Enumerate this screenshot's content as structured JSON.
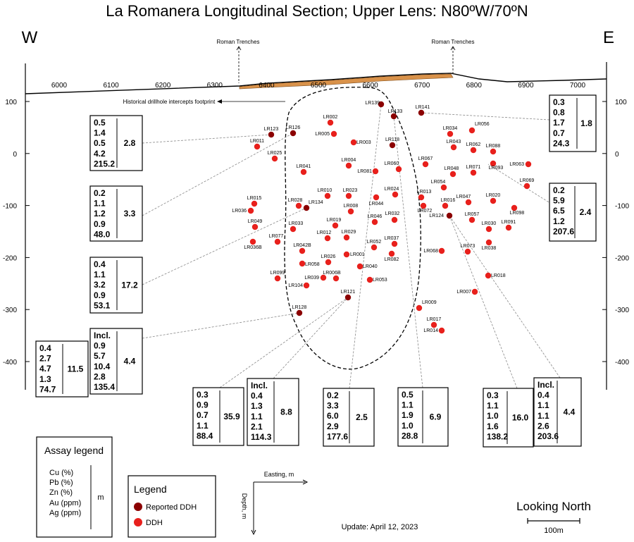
{
  "title": "La Romanera Longitudinal Section; Upper Lens: N80ºW/70ºN",
  "compass": {
    "west": "W",
    "east": "E"
  },
  "easting_ticks": [
    "6000",
    "6100",
    "6200",
    "6300",
    "6400",
    "6500",
    "6600",
    "6700",
    "6800",
    "6900",
    "7000"
  ],
  "depth_ticks": [
    "100",
    "0",
    "-100",
    "-200",
    "-300",
    "-400"
  ],
  "annotations": {
    "roman_left": "Roman Trenches",
    "roman_right": "Roman Trenches",
    "footprint": "Historical drillhole intercepts footprint"
  },
  "holes": [
    {
      "id": "LR139",
      "reported": true
    },
    {
      "id": "LR133",
      "reported": true
    },
    {
      "id": "LR141",
      "reported": true
    },
    {
      "id": "LR123",
      "reported": true
    },
    {
      "id": "LR126",
      "reported": true
    },
    {
      "id": "LR118",
      "reported": true
    },
    {
      "id": "LR134",
      "reported": true
    },
    {
      "id": "LR124",
      "reported": true
    },
    {
      "id": "LR121",
      "reported": true
    },
    {
      "id": "LR128",
      "reported": true
    },
    {
      "id": "LR002",
      "reported": false
    },
    {
      "id": "LR005",
      "reported": false
    },
    {
      "id": "LR003",
      "reported": false
    },
    {
      "id": "LR011",
      "reported": false
    },
    {
      "id": "LR025",
      "reported": false
    },
    {
      "id": "LR004",
      "reported": false
    },
    {
      "id": "LR081",
      "reported": false
    },
    {
      "id": "LR060",
      "reported": false
    },
    {
      "id": "LR067",
      "reported": false
    },
    {
      "id": "LR034",
      "reported": false
    },
    {
      "id": "LR056",
      "reported": false
    },
    {
      "id": "LR043",
      "reported": false
    },
    {
      "id": "LR062",
      "reported": false
    },
    {
      "id": "LR088",
      "reported": false
    },
    {
      "id": "LR093",
      "reported": false
    },
    {
      "id": "LR063",
      "reported": false
    },
    {
      "id": "LR048",
      "reported": false
    },
    {
      "id": "LR071",
      "reported": false
    },
    {
      "id": "LR041",
      "reported": false
    },
    {
      "id": "LR054",
      "reported": false
    },
    {
      "id": "LR069",
      "reported": false
    },
    {
      "id": "LR015",
      "reported": false
    },
    {
      "id": "LR036",
      "reported": false
    },
    {
      "id": "LR010",
      "reported": false
    },
    {
      "id": "LR023",
      "reported": false
    },
    {
      "id": "LR028",
      "reported": false
    },
    {
      "id": "LR024",
      "reported": false
    },
    {
      "id": "LR044",
      "reported": false
    },
    {
      "id": "LR013",
      "reported": false
    },
    {
      "id": "LR072",
      "reported": false
    },
    {
      "id": "LR016",
      "reported": false
    },
    {
      "id": "LR047",
      "reported": false
    },
    {
      "id": "LR020",
      "reported": false
    },
    {
      "id": "LR098",
      "reported": false
    },
    {
      "id": "LR008",
      "reported": false
    },
    {
      "id": "LR032",
      "reported": false
    },
    {
      "id": "LR019",
      "reported": false
    },
    {
      "id": "LR046",
      "reported": false
    },
    {
      "id": "LR049",
      "reported": false
    },
    {
      "id": "LR033",
      "reported": false
    },
    {
      "id": "LR057",
      "reported": false
    },
    {
      "id": "LR030",
      "reported": false
    },
    {
      "id": "LR091",
      "reported": false
    },
    {
      "id": "LR012",
      "reported": false
    },
    {
      "id": "LR029",
      "reported": false
    },
    {
      "id": "LR077",
      "reported": false
    },
    {
      "id": "LR036B",
      "reported": false
    },
    {
      "id": "LR037",
      "reported": false
    },
    {
      "id": "LR052",
      "reported": false
    },
    {
      "id": "LR038",
      "reported": false
    },
    {
      "id": "LR042B",
      "reported": false
    },
    {
      "id": "LR068",
      "reported": false
    },
    {
      "id": "LR073",
      "reported": false
    },
    {
      "id": "LR001",
      "reported": false
    },
    {
      "id": "LR082",
      "reported": false
    },
    {
      "id": "LR058",
      "reported": false
    },
    {
      "id": "LR026",
      "reported": false
    },
    {
      "id": "LR040",
      "reported": false
    },
    {
      "id": "LR099",
      "reported": false
    },
    {
      "id": "LR039",
      "reported": false
    },
    {
      "id": "LR006B",
      "reported": false
    },
    {
      "id": "LR053",
      "reported": false
    },
    {
      "id": "LR018",
      "reported": false
    },
    {
      "id": "LR104",
      "reported": false
    },
    {
      "id": "LR007",
      "reported": false
    },
    {
      "id": "LR009",
      "reported": false
    },
    {
      "id": "LR017",
      "reported": false
    },
    {
      "id": "LR014",
      "reported": false
    }
  ],
  "intercepts": [
    {
      "values": [
        "0.5",
        "1.4",
        "0.5",
        "4.2",
        "215.2"
      ],
      "metres": "2.8"
    },
    {
      "values": [
        "0.2",
        "1.1",
        "1.2",
        "0.9",
        "48.0"
      ],
      "metres": "3.3"
    },
    {
      "values": [
        "0.4",
        "1.1",
        "3.2",
        "0.9",
        "53.1"
      ],
      "metres": "17.2"
    },
    {
      "values": [
        "Incl.",
        "0.9",
        "5.7",
        "10.4",
        "2.8",
        "135.4"
      ],
      "metres": "4.4"
    },
    {
      "values": [
        "0.4",
        "2.7",
        "4.7",
        "1.3",
        "74.7"
      ],
      "metres": "11.5"
    },
    {
      "values": [
        "0.3",
        "0.9",
        "0.7",
        "1.1",
        "88.4"
      ],
      "metres": "35.9"
    },
    {
      "values": [
        "Incl.",
        "0.4",
        "1.3",
        "1.1",
        "2.1",
        "114.3"
      ],
      "metres": "8.8"
    },
    {
      "values": [
        "0.2",
        "3.3",
        "6.0",
        "2.9",
        "177.6"
      ],
      "metres": "2.5"
    },
    {
      "values": [
        "0.5",
        "1.1",
        "1.9",
        "1.0",
        "28.8"
      ],
      "metres": "6.9"
    },
    {
      "values": [
        "0.3",
        "1.1",
        "1.0",
        "1.6",
        "138.2"
      ],
      "metres": "16.0"
    },
    {
      "values": [
        "Incl.",
        "0.4",
        "1.1",
        "1.1",
        "2.6",
        "203.6"
      ],
      "metres": "4.4"
    },
    {
      "values": [
        "0.3",
        "0.8",
        "1.7",
        "0.7",
        "24.3"
      ],
      "metres": "1.8"
    },
    {
      "values": [
        "0.2",
        "5.9",
        "6.5",
        "1.2",
        "207.6"
      ],
      "metres": "2.4"
    }
  ],
  "assay_legend": {
    "title": "Assay legend",
    "items": [
      "Cu (%)",
      "Pb (%)",
      "Zn (%)",
      "Au (ppm)",
      "Ag (ppm)"
    ],
    "unit": "m"
  },
  "legend": {
    "title": "Legend",
    "reported_label": "Reported DDH",
    "ddh_label": "DDH",
    "reported_color": "#8b0000",
    "ddh_color": "#e8201c"
  },
  "axes_label": {
    "easting": "Easting, m",
    "depth": "Depth, m"
  },
  "update": "Update: April 12, 2023",
  "view": "Looking North",
  "scale_label": "100m"
}
